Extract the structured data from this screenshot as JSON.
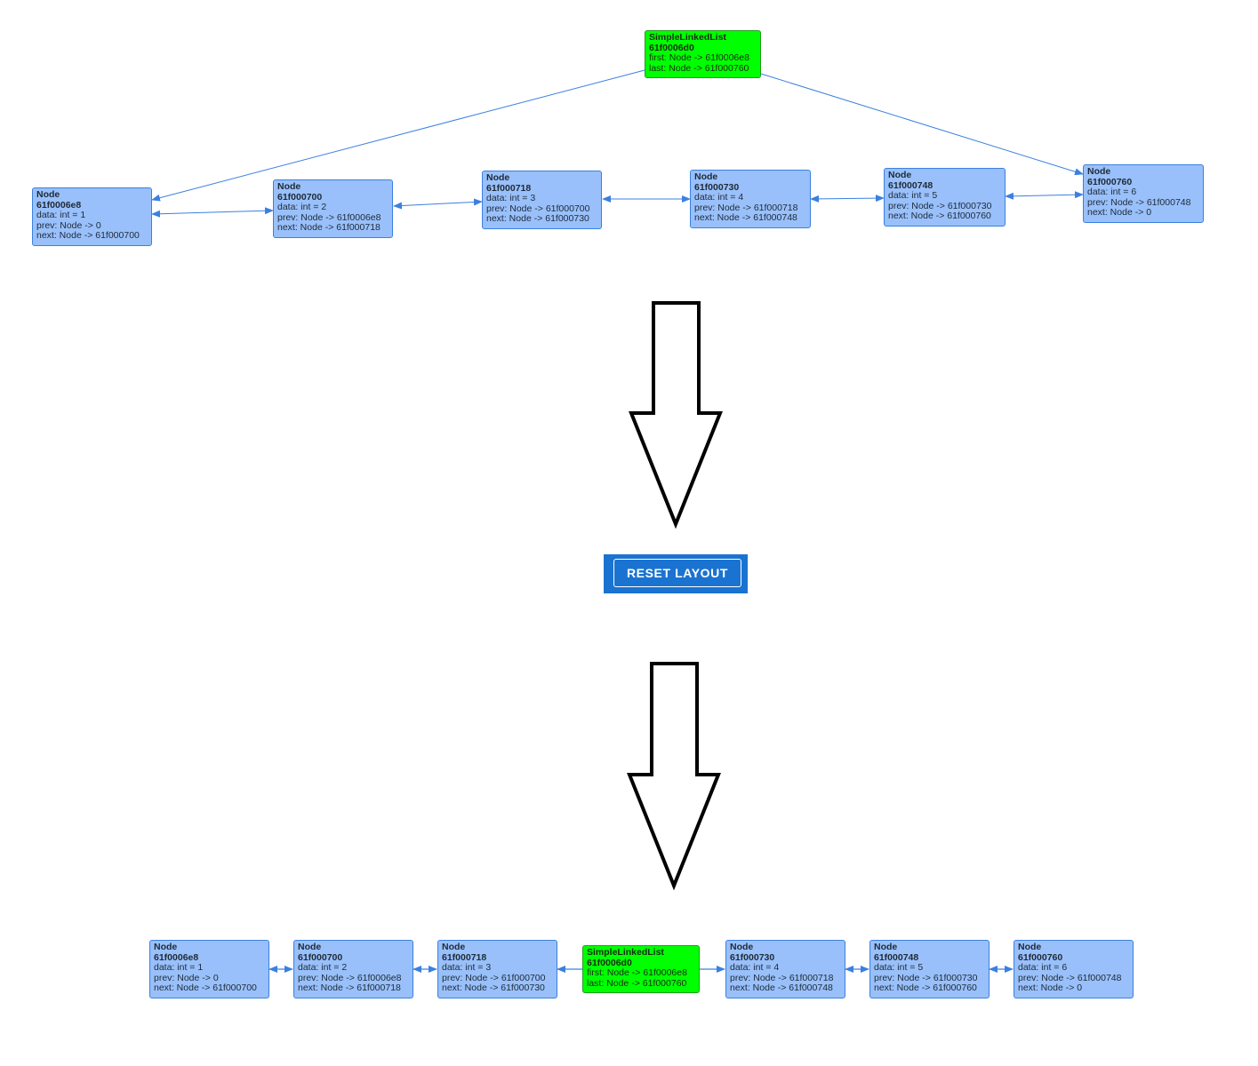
{
  "top_diagram": {
    "list": {
      "title": "SimpleLinkedList",
      "addr": "61f0006d0",
      "first": "first: Node -> 61f0006e8",
      "last": "last: Node -> 61f000760"
    },
    "nodes": [
      {
        "title": "Node",
        "addr": "61f0006e8",
        "data": "data: int = 1",
        "prev": "prev: Node -> 0",
        "next": "next: Node -> 61f000700"
      },
      {
        "title": "Node",
        "addr": "61f000700",
        "data": "data: int = 2",
        "prev": "prev: Node -> 61f0006e8",
        "next": "next: Node -> 61f000718"
      },
      {
        "title": "Node",
        "addr": "61f000718",
        "data": "data: int = 3",
        "prev": "prev: Node -> 61f000700",
        "next": "next: Node -> 61f000730"
      },
      {
        "title": "Node",
        "addr": "61f000730",
        "data": "data: int = 4",
        "prev": "prev: Node -> 61f000718",
        "next": "next: Node -> 61f000748"
      },
      {
        "title": "Node",
        "addr": "61f000748",
        "data": "data: int = 5",
        "prev": "prev: Node -> 61f000730",
        "next": "next: Node -> 61f000760"
      },
      {
        "title": "Node",
        "addr": "61f000760",
        "data": "data: int = 6",
        "prev": "prev: Node -> 61f000748",
        "next": "next: Node -> 0"
      }
    ]
  },
  "reset_button": {
    "label": "RESET LAYOUT"
  },
  "bottom_diagram": {
    "list": {
      "title": "SimpleLinkedList",
      "addr": "61f0006d0",
      "first": "first: Node -> 61f0006e8",
      "last": "last: Node -> 61f000760"
    },
    "nodes": [
      {
        "title": "Node",
        "addr": "61f0006e8",
        "data": "data: int = 1",
        "prev": "prev: Node -> 0",
        "next": "next: Node -> 61f000700"
      },
      {
        "title": "Node",
        "addr": "61f000700",
        "data": "data: int = 2",
        "prev": "prev: Node -> 61f0006e8",
        "next": "next: Node -> 61f000718"
      },
      {
        "title": "Node",
        "addr": "61f000718",
        "data": "data: int = 3",
        "prev": "prev: Node -> 61f000700",
        "next": "next: Node -> 61f000730"
      },
      {
        "title": "Node",
        "addr": "61f000730",
        "data": "data: int = 4",
        "prev": "prev: Node -> 61f000718",
        "next": "next: Node -> 61f000748"
      },
      {
        "title": "Node",
        "addr": "61f000748",
        "data": "data: int = 5",
        "prev": "prev: Node -> 61f000730",
        "next": "next: Node -> 61f000760"
      },
      {
        "title": "Node",
        "addr": "61f000760",
        "data": "data: int = 6",
        "prev": "prev: Node -> 61f000748",
        "next": "next: Node -> 0"
      }
    ]
  },
  "colors": {
    "node_fill": "#99c0fa",
    "node_border": "#3a80e0",
    "list_fill": "#00ff00",
    "edge": "#3a80e0",
    "button": "#1a73d0"
  }
}
